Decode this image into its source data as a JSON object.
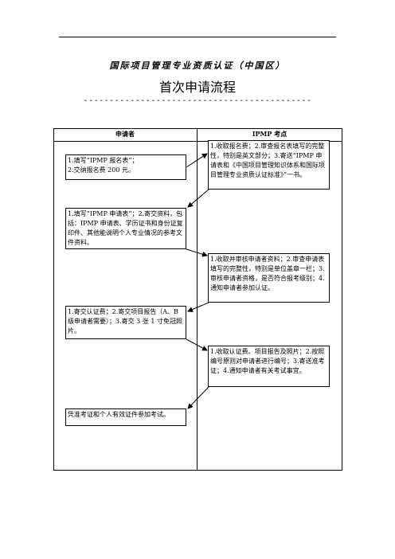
{
  "header": {
    "subtitle": "国际项目管理专业资质认证（中国区）",
    "title": "首次申请流程",
    "dashes": "--------------------------------------------"
  },
  "table": {
    "col_applicant": "申请者",
    "col_ipmp": "IPMP 考点"
  },
  "steps": {
    "a1": "1.填写“IPMP 报名表”；\n2.交纳报名费 200 元。",
    "b1": "1.收取报名费；2.审查报名表填写的完整性，特别是英文部分；3.寄送“IPMP 申请表和《中国项目管理知识体系和国际项目管理专业资质认证标准》”一书。",
    "a2": "1.填写“IPMP 申请表”；2.寄交资料，包括：IPMP 申请表、学历证书和身份证复印件、其他能说明个人专业情况的参考文件资料。",
    "b2": "1.收取并审核申请者资料；2.审查申请表填写的完整性，特别是单位盖章一栏；3.审核申请者资格，是否符合报考级别；4.通知申请者参加认证。",
    "a3": "1.寄交认证费；2.寄交项目报告（A、B级申请者需要）；3.寄交 3 张 1 寸免冠照片。",
    "b3": "1.收取认证费、项目报告及照片；2.按照编号原则对申请者进行编号；3.寄送准考证；4.通知申请者有关考试事宜。",
    "a4": "凭准考证和个人有效证件参加考试。"
  }
}
